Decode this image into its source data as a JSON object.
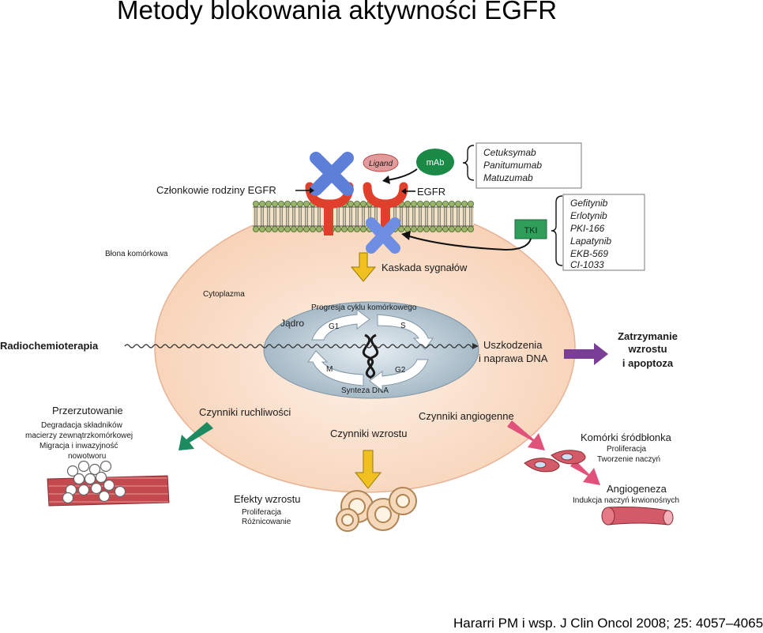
{
  "title": "Metody blokowania aktywności EGFR",
  "citation": "Hararri PM i wsp. J Clin Oncol 2008; 25: 4057–4065",
  "receptors": {
    "family_label": "Członkowie rodziny EGFR",
    "egfr_label": "EGFR",
    "ligand_label": "Ligand",
    "mab_label": "mAb",
    "tki_label": "TKI",
    "membrane_label": "Błona komórkowa"
  },
  "mab_drugs": [
    "Cetuksymab",
    "Panitumumab",
    "Matuzumab"
  ],
  "tki_drugs": [
    "Gefitynib",
    "Erlotynib",
    "PKI-166",
    "Lapatynib",
    "EKB-569",
    "CI-1033"
  ],
  "cell": {
    "cascade_label": "Kaskada sygnałów",
    "cytoplasm_label": "Cytoplazma",
    "nucleus_label": "Jądro",
    "cycle_label": "Progresja cyklu komórkowego",
    "phases": {
      "g1": "G1",
      "s": "S",
      "m": "M",
      "g2": "G2"
    },
    "synthesis_label": "Synteza DNA",
    "radiochemo_label": "Radiochemioterapia",
    "dna_damage_line1": "Uszkodzenia",
    "dna_damage_line2": "i naprawa DNA",
    "arrest_line1": "Zatrzymanie",
    "arrest_line2": "wzrostu",
    "arrest_line3": "i apoptoza"
  },
  "outcomes": {
    "mobility_factors": "Czynniki ruchliwości",
    "growth_factors": "Czynniki wzrostu",
    "angiogenic_factors": "Czynniki angiogenne",
    "metastasis_title": "Przerzutowanie",
    "metastasis_lines": [
      "Degradacja składników",
      "macierzy zewnątrzkomórkowej",
      "Migracja i inwazyjność",
      "nowotworu"
    ],
    "growth_effects_title": "Efekty wzrostu",
    "growth_effects_lines": [
      "Proliferacja",
      "Różnicowanie"
    ],
    "endothelial_title": "Komórki śródbłonka",
    "endothelial_lines": [
      "Proliferacja",
      "Tworzenie naczyń"
    ],
    "angiogenesis_title": "Angiogeneza",
    "angiogenesis_line": "Indukcja naczyń krwionośnych"
  },
  "colors": {
    "cell_fill": "#fbe2cf",
    "nucleus_fill": "#b8c9d3",
    "receptor_red": "#e0402b",
    "block_x_blue": "#6d8ee2",
    "mab_green": "#1c8a47",
    "tki_box_green": "#2f9e5a",
    "yellow_arrow": "#f0c020",
    "purple_arrow": "#7a3e96",
    "green_arrow": "#1d8a5f",
    "pink_arrow": "#e0527a"
  }
}
